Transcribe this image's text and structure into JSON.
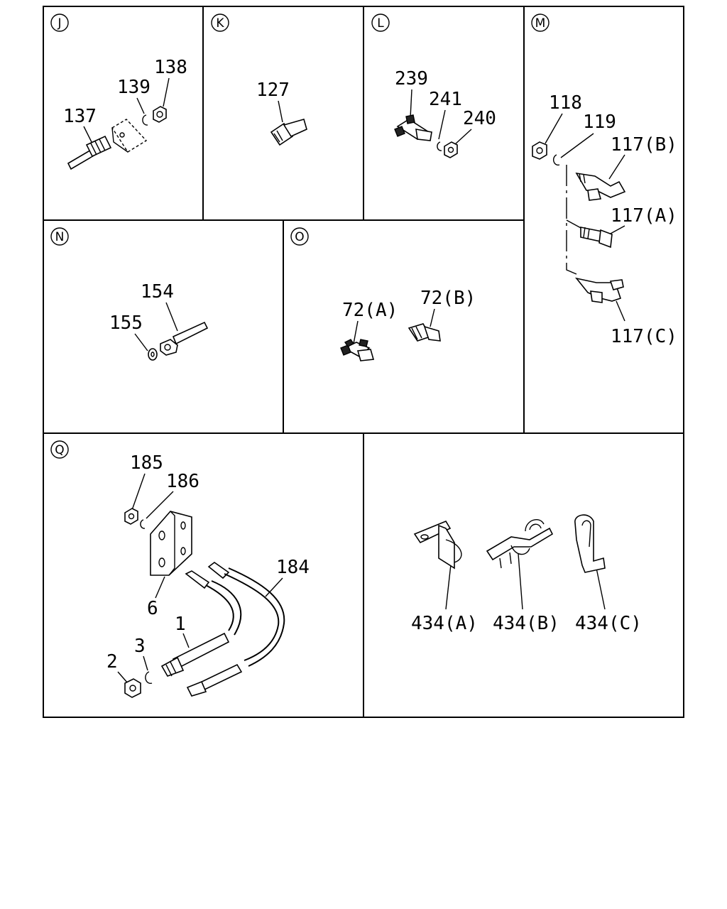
{
  "panels": {
    "j": {
      "letter": "J",
      "labels": [
        "137",
        "139",
        "138"
      ]
    },
    "k": {
      "letter": "K",
      "labels": [
        "127"
      ]
    },
    "l": {
      "letter": "L",
      "labels": [
        "239",
        "241",
        "240"
      ]
    },
    "m": {
      "letter": "M",
      "labels": [
        "118",
        "119",
        "117(B)",
        "117(A)",
        "117(C)"
      ]
    },
    "n": {
      "letter": "N",
      "labels": [
        "154",
        "155"
      ]
    },
    "o": {
      "letter": "O",
      "labels": [
        "72(A)",
        "72(B)"
      ]
    },
    "q": {
      "letter": "Q",
      "labels": [
        "185",
        "186",
        "184",
        "6",
        "1",
        "3",
        "2"
      ]
    },
    "r": {
      "labels": [
        "434(A)",
        "434(B)",
        "434(C)"
      ]
    }
  },
  "colors": {
    "line": "#000000",
    "background": "#ffffff"
  }
}
